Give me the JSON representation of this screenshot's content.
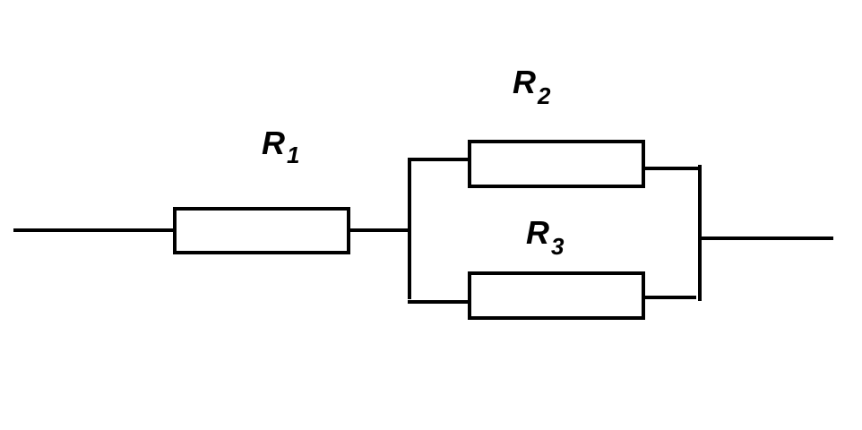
{
  "diagram": {
    "colors": {
      "background": "#ffffff",
      "stroke": "#000000"
    },
    "resistors": [
      {
        "id": "r1",
        "letter": "R",
        "subscript": "1"
      },
      {
        "id": "r2",
        "letter": "R",
        "subscript": "2"
      },
      {
        "id": "r3",
        "letter": "R",
        "subscript": "3"
      }
    ]
  }
}
